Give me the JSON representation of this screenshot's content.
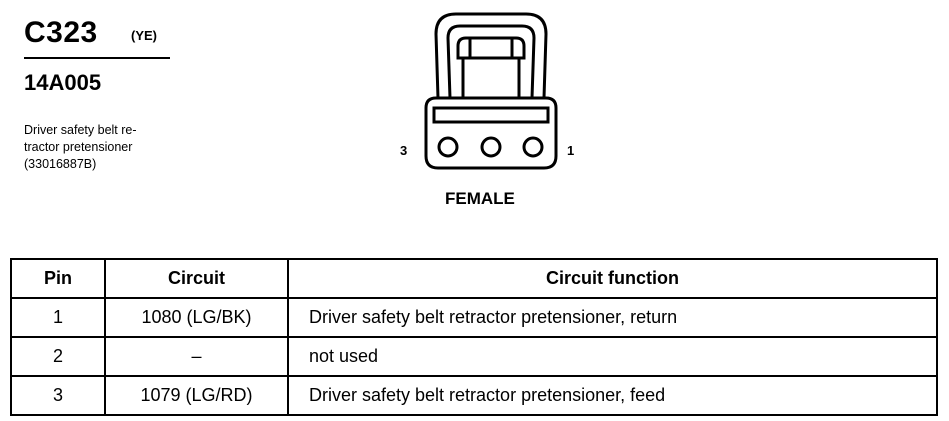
{
  "header": {
    "connector_id": "C323",
    "color_code": "(YE)",
    "part_number": "14A005",
    "description_lines": [
      "Driver safety belt re-",
      "tractor pretensioner",
      "(33016887B)"
    ]
  },
  "diagram": {
    "pin_left_label": "3",
    "pin_right_label": "1",
    "caption": "FEMALE"
  },
  "table": {
    "headers": [
      "Pin",
      "Circuit",
      "Circuit function"
    ],
    "rows": [
      {
        "pin": "1",
        "circuit": "1080 (LG/BK)",
        "function": "Driver safety belt retractor pretensioner, return"
      },
      {
        "pin": "2",
        "circuit": "–",
        "function": "not used"
      },
      {
        "pin": "3",
        "circuit": "1079 (LG/RD)",
        "function": "Driver safety belt retractor pretensioner, feed"
      }
    ]
  }
}
